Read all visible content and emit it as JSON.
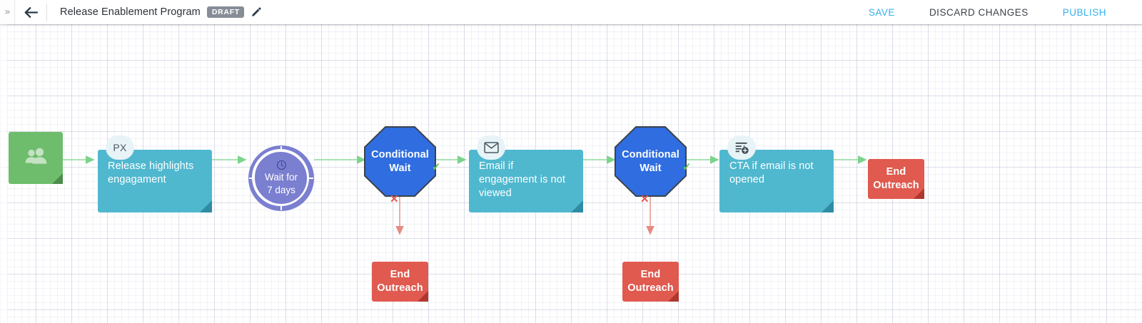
{
  "header": {
    "collapse_icon": "chevrons-right-icon",
    "back_icon": "arrow-left-icon",
    "title": "Release Enablement Program",
    "status_badge": "DRAFT",
    "edit_icon": "pencil-icon",
    "actions": [
      {
        "label": "SAVE",
        "style": "blue"
      },
      {
        "label": "DISCARD CHANGES",
        "style": "dark"
      },
      {
        "label": "PUBLISH",
        "style": "blue"
      }
    ]
  },
  "canvas": {
    "colors": {
      "teal": "#4fb8cf",
      "green": "#6ebd6d",
      "red": "#e05a4f",
      "purple": "#7b7fd0",
      "blue": "#2f6de0",
      "edge_green": "#8fdc9b",
      "edge_red": "#eb9b92",
      "grid": "#e8eaf0"
    },
    "nodes": {
      "audience": {
        "label": "",
        "icon": "people-icon"
      },
      "release_highlights": {
        "label": "Release highlights engagament",
        "badge": "PX"
      },
      "wait_7_days": {
        "line1": "Wait for",
        "line2": "7 days",
        "icon": "clock-icon"
      },
      "conditional_wait_1": {
        "line1": "Conditional",
        "line2": "Wait"
      },
      "email_not_viewed": {
        "label": "Email if engagement is not viewed",
        "icon": "envelope-icon"
      },
      "conditional_wait_2": {
        "line1": "Conditional",
        "line2": "Wait"
      },
      "cta_not_opened": {
        "label": "CTA if email is not opened",
        "icon": "form-plus-icon"
      },
      "end_outreach_main": {
        "line1": "End",
        "line2": "Outreach"
      },
      "end_outreach_branch_1": {
        "line1": "End",
        "line2": "Outreach"
      },
      "end_outreach_branch_2": {
        "line1": "End",
        "line2": "Outreach"
      }
    },
    "branch_markers": {
      "yes": "✓",
      "no": "✕"
    }
  }
}
